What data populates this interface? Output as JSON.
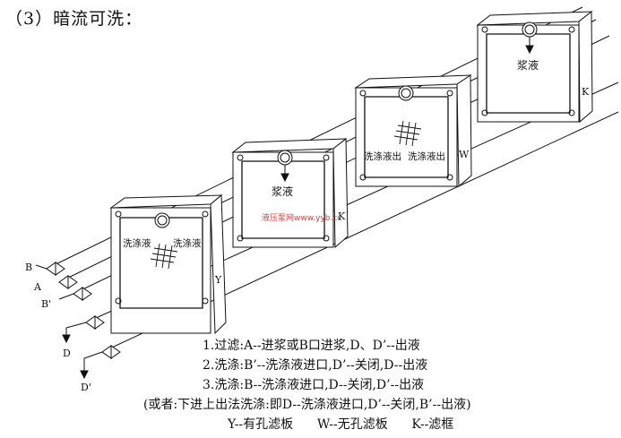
{
  "title": "（3）暗流可洗：",
  "watermark": "液压泵网www.yyb.cc",
  "plates": {
    "y_label": "Y",
    "y_wash_left": "洗涤液",
    "y_wash_right": "洗涤液",
    "k1_label": "K",
    "k1_slurry": "浆液",
    "w_label": "W",
    "w_wash_left": "洗涤液出",
    "w_wash_right": "洗涤液出",
    "k2_label": "K",
    "k2_slurry": "浆液"
  },
  "valves": {
    "b": "B",
    "a": "A",
    "b_prime": "B'",
    "d": "D",
    "d_prime": "D'"
  },
  "notes": [
    "1.过滤:A--进浆或B口进浆,D、D’--出液",
    "2.洗涤:B’--洗涤液进口,D’--关闭,D--出液",
    "3.洗涤:B--洗涤液进口,D--关闭,D’--出液",
    "(或者:下进上出法洗涤:即D--洗涤液进口,D’--关闭,B’--出液)",
    "Y--有孔滤板      W--无孔滤板      K--滤框"
  ]
}
